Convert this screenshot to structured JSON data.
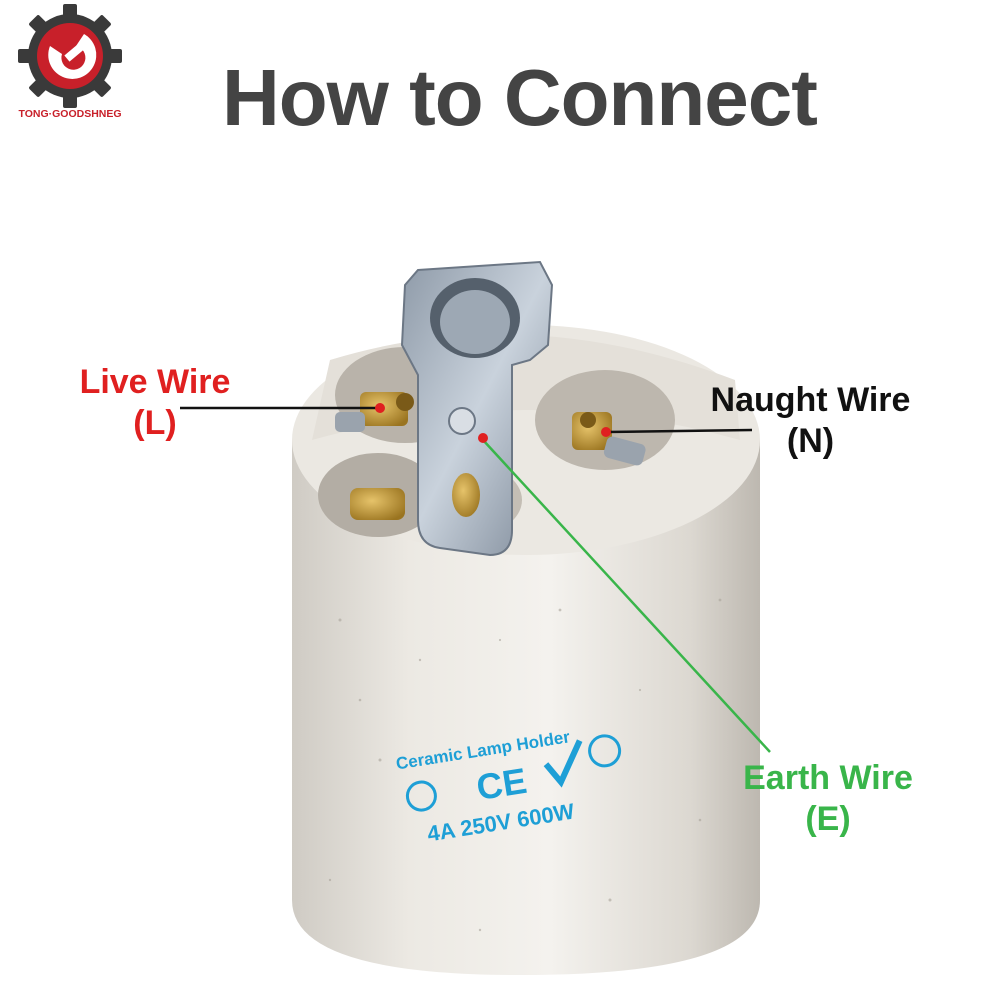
{
  "header": {
    "title": "How to Connect",
    "brand": "TONG·GOODSHNEG"
  },
  "labels": {
    "live": {
      "name": "Live Wire",
      "code": "(L)"
    },
    "naught": {
      "name": "Naught Wire",
      "code": "(N)"
    },
    "earth": {
      "name": "Earth Wire",
      "code": "(E)"
    }
  },
  "product_marking": {
    "name": "Ceramic Lamp Holder",
    "marks": "CE",
    "rating": "4A 250V 600W"
  },
  "colors": {
    "title": "#444444",
    "live": "#e02020",
    "naught": "#111111",
    "earth": "#39b54a",
    "marking": "#1e9fd6",
    "brand": "#c8202a"
  }
}
